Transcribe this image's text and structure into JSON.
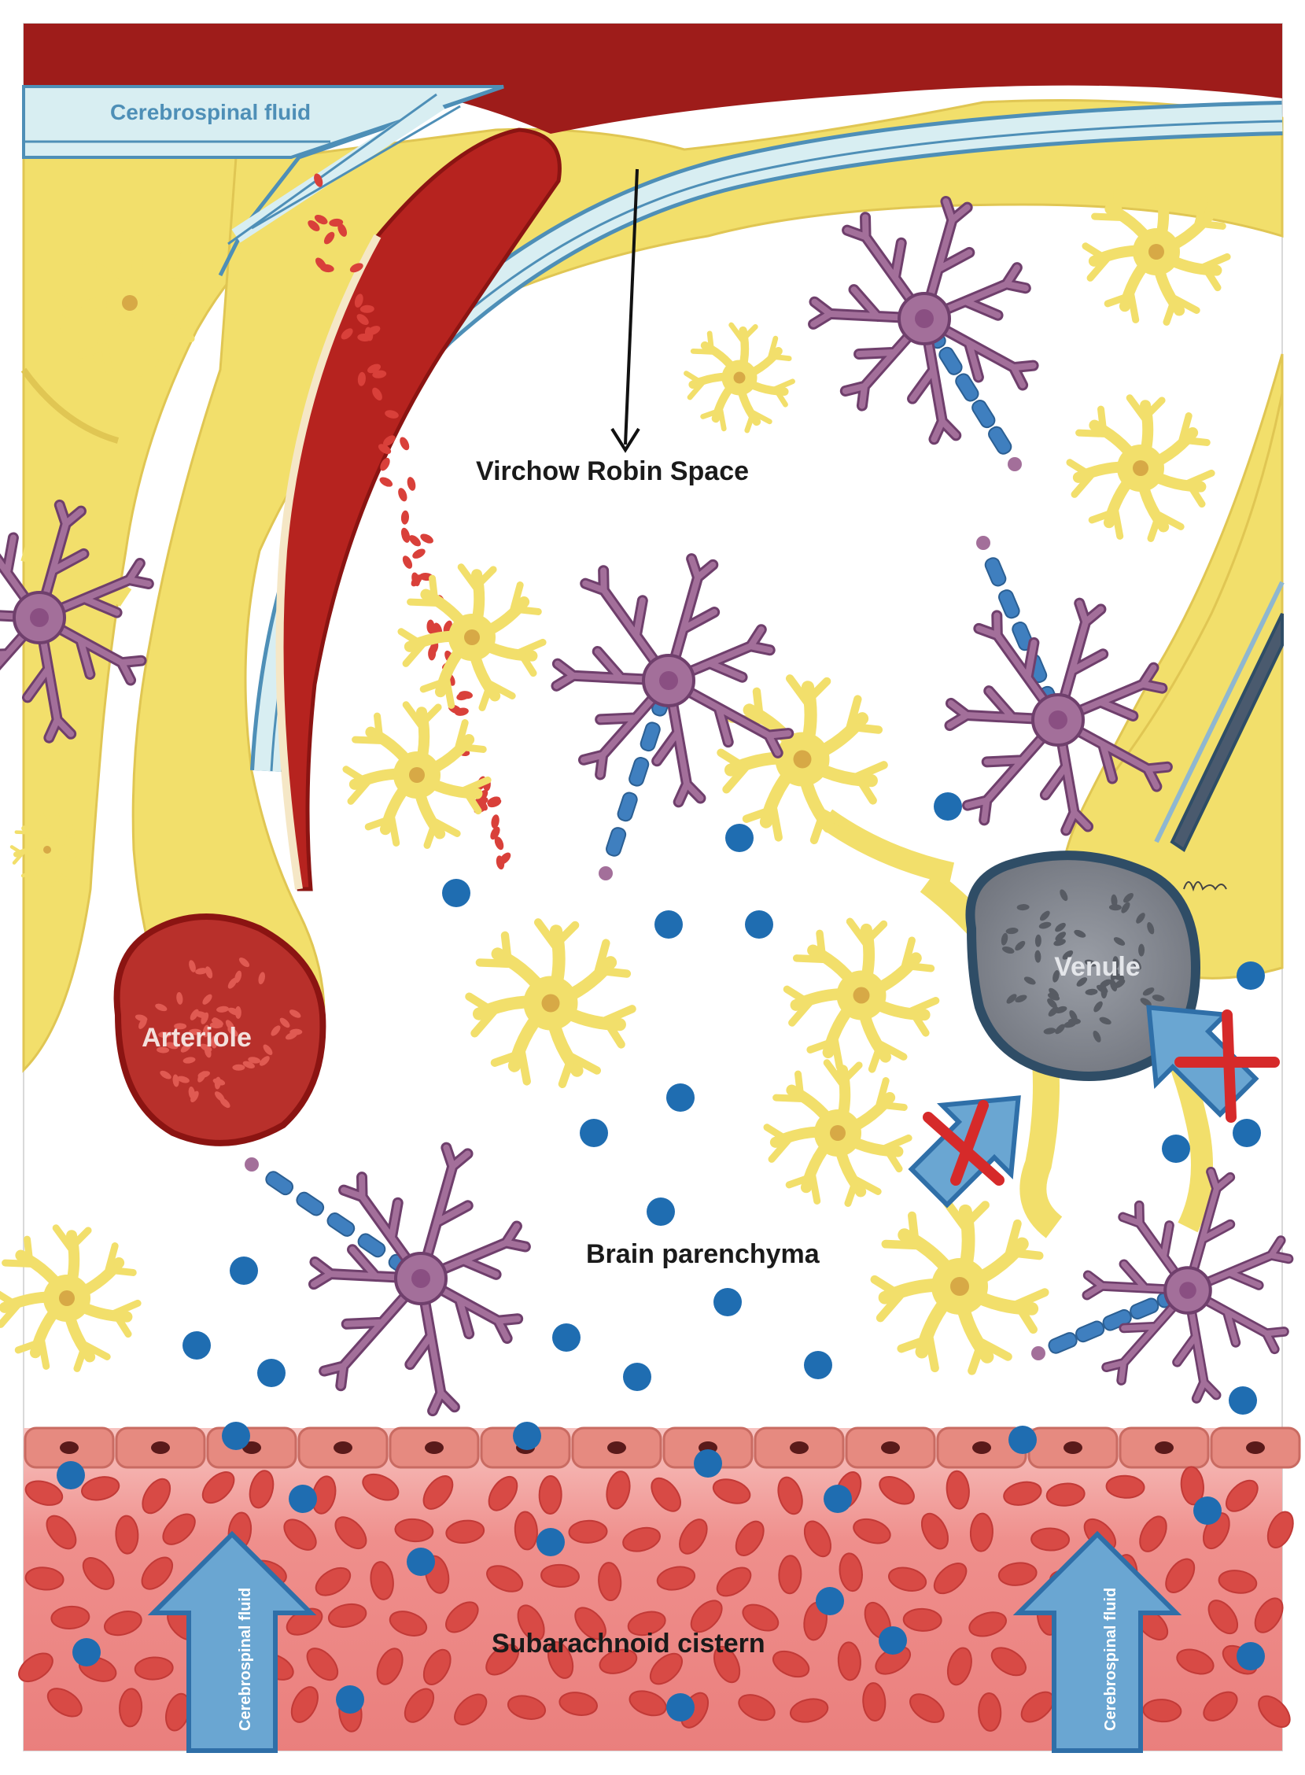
{
  "labels": {
    "csf_top": "Cerebrospinal fluid",
    "virchow": "Virchow Robin Space",
    "arteriole": "Arteriole",
    "venule": "Venule",
    "parenchyma": "Brain parenchyma",
    "cistern": "Subarachnoid cistern",
    "csf_arrow_left": "Cerebrospinal fluid",
    "csf_arrow_right": "Cerebrospinal fluid"
  },
  "colors": {
    "blood_dark": "#9e1c1a",
    "blood_cell": "#d9403a",
    "csf_band": "#d8eef2",
    "csf_line": "#4e8fb7",
    "astrocyte": "#f2df6b",
    "astrocyte_outline": "#e0c653",
    "neuron": "#a36f9a",
    "neuron_outline": "#6f3f6c",
    "myelin": "#3f7fbf",
    "solute_dot": "#1f6db1",
    "venule_fill": "#7c7f88",
    "venule_outline": "#2f4d66",
    "cistern_fill": "#ef8d8d",
    "arrow_fill": "#6aa6d2",
    "arrow_outline": "#2f6fa8",
    "block_cross": "#d62a2a"
  },
  "icons": [
    "astrocyte-icon",
    "neuron-icon",
    "solute-dot-icon",
    "red-blood-cell-icon",
    "flow-arrow-icon",
    "block-cross-icon"
  ]
}
